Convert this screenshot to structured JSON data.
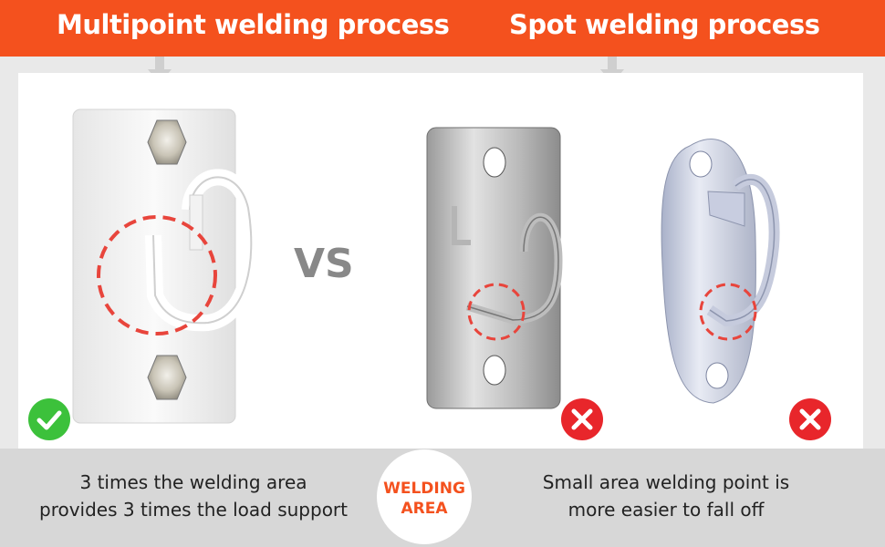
{
  "header": {
    "left_title": "Multipoint welding process",
    "right_title": "Spot welding process"
  },
  "comparison": {
    "vs_label": "VS"
  },
  "footer": {
    "left_line1": "3 times the welding area",
    "left_line2": "provides 3 times the load support",
    "badge_line1": "WELDING",
    "badge_line2": "AREA",
    "right_line1": "Small area welding point is",
    "right_line2": "more easier to fall off"
  },
  "colors": {
    "accent": "#f4511e",
    "check_green": "#3cc13b",
    "cross_red": "#e8262b",
    "highlight_red": "#e8453c"
  },
  "icons": [
    "down-arrow-icon",
    "check-icon",
    "cross-icon"
  ]
}
